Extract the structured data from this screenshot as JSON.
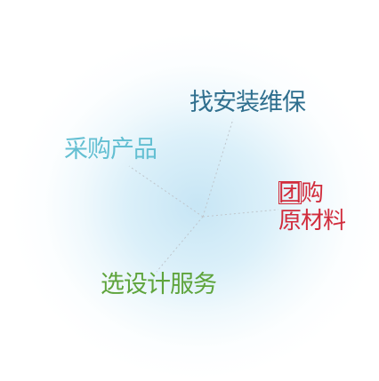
{
  "nodes": {
    "repair": {
      "text": "找安装维保"
    },
    "buy": {
      "text": "采购产品"
    },
    "group": {
      "line1": "团购",
      "line2": "原材料"
    },
    "design": {
      "text": "选设计服务"
    }
  },
  "colors": {
    "repair": "#2f6f8e",
    "buy": "#63bfd2",
    "group": "#d12c3c",
    "design": "#5ea43c",
    "connector": "#bfc6cc",
    "glow": "#c4e4f4"
  }
}
